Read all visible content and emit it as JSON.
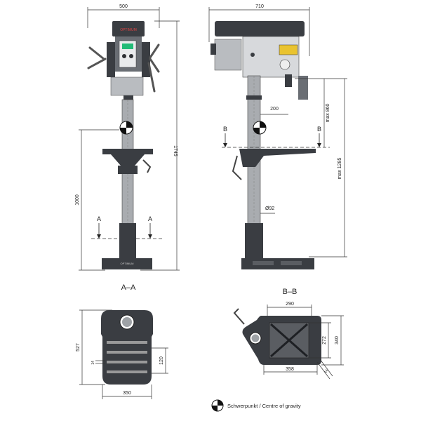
{
  "front": {
    "width_label": "500",
    "height_label": "1745",
    "table_height_label": "1000",
    "brand_label": "OPTIMUM",
    "base_brand_label": "OPTIMUM",
    "section_marker": "A"
  },
  "side": {
    "width_label": "710",
    "reach_label": "200",
    "stroke_label": "max 860",
    "spindle_height_label": "max 1285",
    "column_diameter_label": "Ø92",
    "section_marker": "B"
  },
  "section_a": {
    "title": "A–A",
    "depth_label": "527",
    "width_label": "350",
    "slot_label": "120",
    "slot_width_label": "14"
  },
  "section_b": {
    "title": "B–B",
    "top_label": "290",
    "bottom_label": "358",
    "inner_height_label": "272",
    "outer_height_label": "340",
    "slot_width_label": "14"
  },
  "legend": {
    "label": "Schwerpunkt / Centre of gravity"
  }
}
